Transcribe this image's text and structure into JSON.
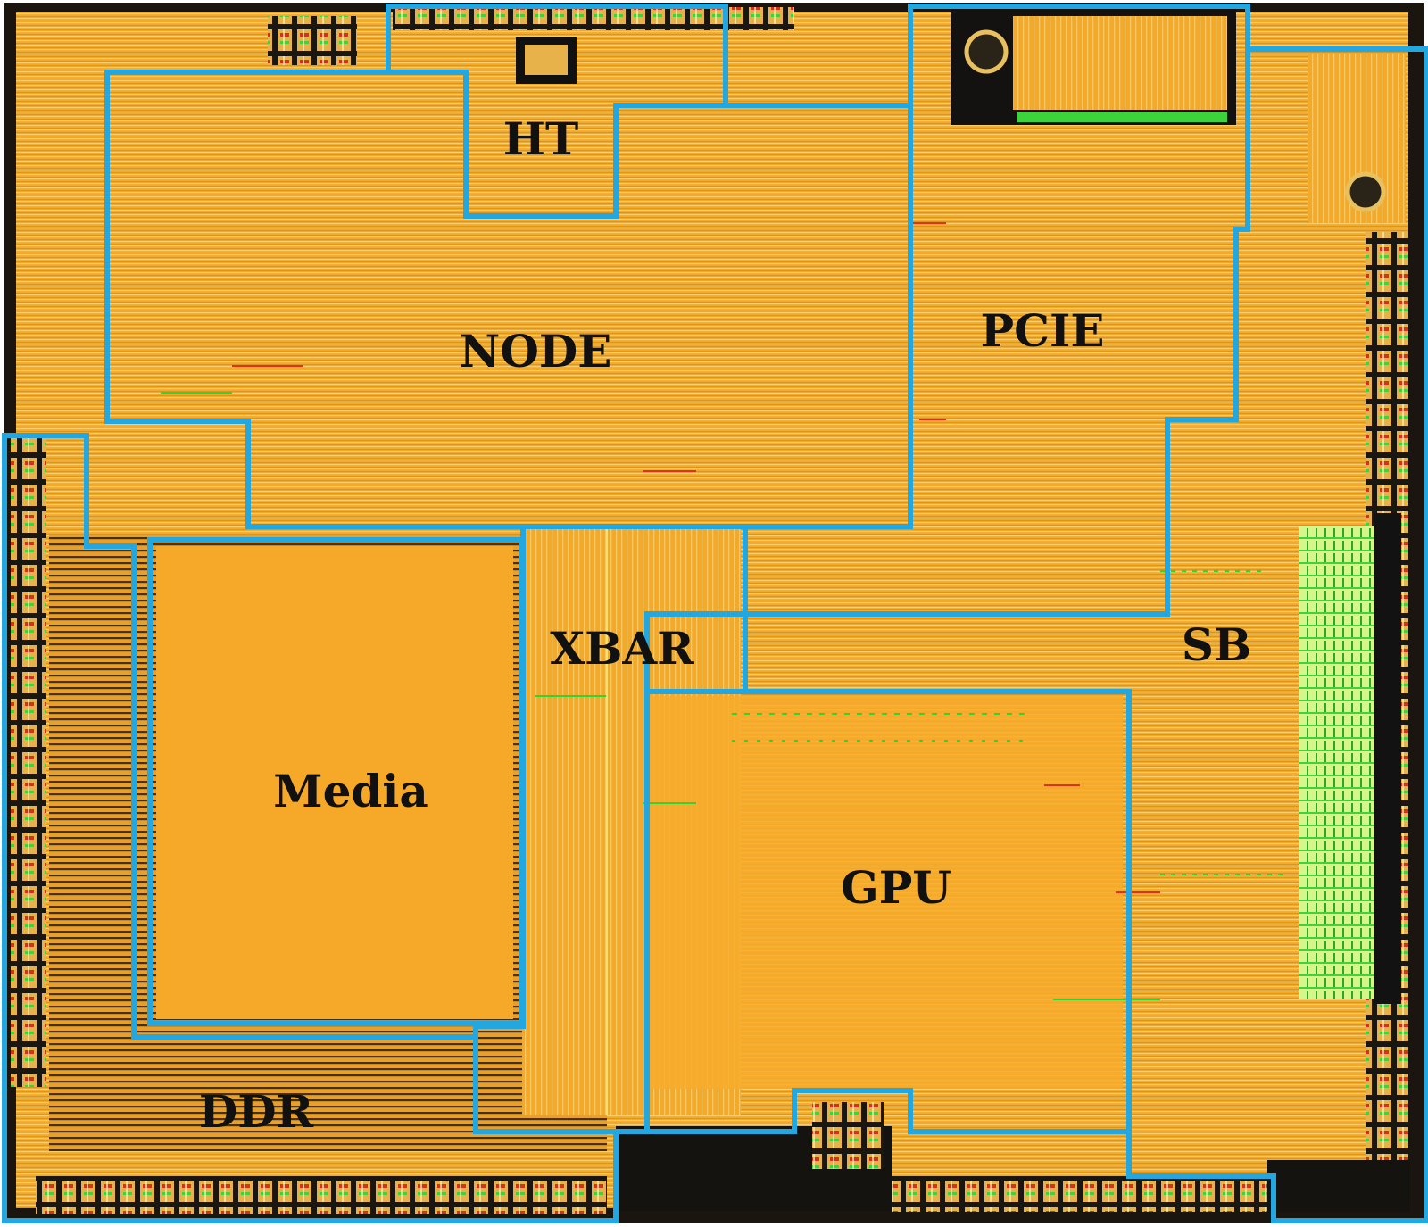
{
  "diagram": {
    "colors": {
      "die_background": "#f5ad2c",
      "core_fill": "#f6a929",
      "boundary": "#22a7e0",
      "metal_trace": "#fde08a",
      "green_trace": "#2fd62f",
      "red_trace": "#e3301c",
      "dark_trace": "#1a1a1a",
      "label_text": "#111111"
    },
    "regions": {
      "ht": "HT",
      "node": "NODE",
      "pcie": "PCIE",
      "xbar": "XBAR",
      "sb": "SB",
      "media": "Media",
      "gpu": "GPU",
      "ddr": "DDR"
    }
  }
}
